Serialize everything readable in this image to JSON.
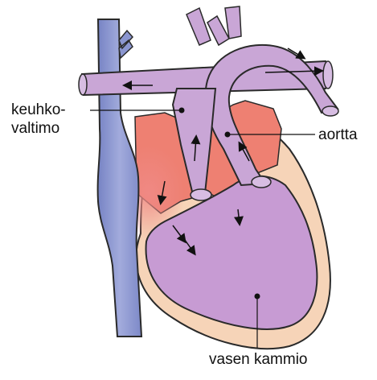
{
  "labels": {
    "pulmonary_artery_line1": "keuhko-",
    "pulmonary_artery_line2": "valtimo",
    "aorta": "aortta",
    "left_ventricle": "vasen kammio"
  },
  "colors": {
    "vein_blue": "#8b96d0",
    "vessel_purple": "#c9a6d6",
    "chamber_purple": "#c79bd3",
    "heart_outer_peach": "#f6d4b8",
    "muscle_red": "#ee8072",
    "outline": "#2a2a2a"
  }
}
